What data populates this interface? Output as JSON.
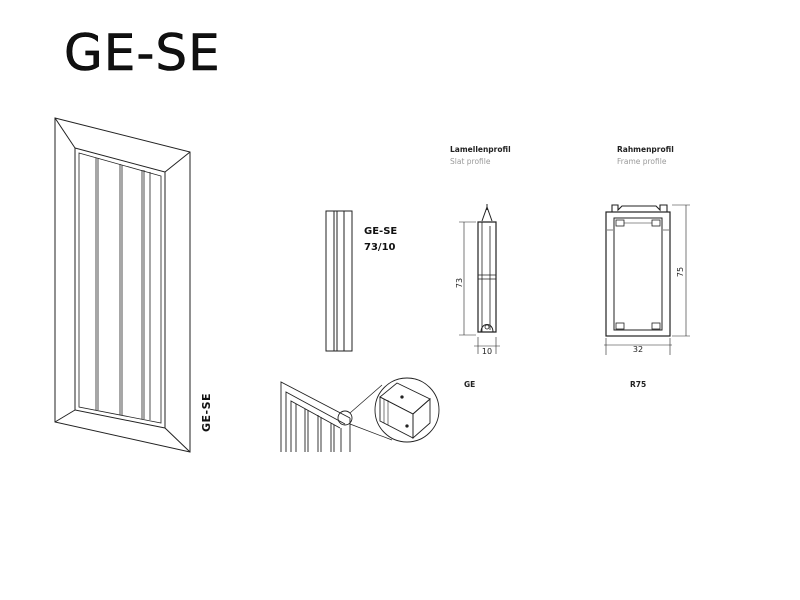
{
  "title": "GE-SE",
  "shutter_view": {
    "vertical_label": "GE-SE"
  },
  "slat_spec": {
    "name": "GE-SE",
    "size": "73/10"
  },
  "slat_profile": {
    "title_de": "Lamellenprofil",
    "title_en": "Slat profile",
    "dim_height": "73",
    "dim_width": "10",
    "code": "GE"
  },
  "frame_profile": {
    "title_de": "Rahmenprofil",
    "title_en": "Frame profile",
    "dim_height": "75",
    "dim_width": "32",
    "code": "R75"
  },
  "colors": {
    "line": "#222222",
    "light_line": "#888888"
  }
}
